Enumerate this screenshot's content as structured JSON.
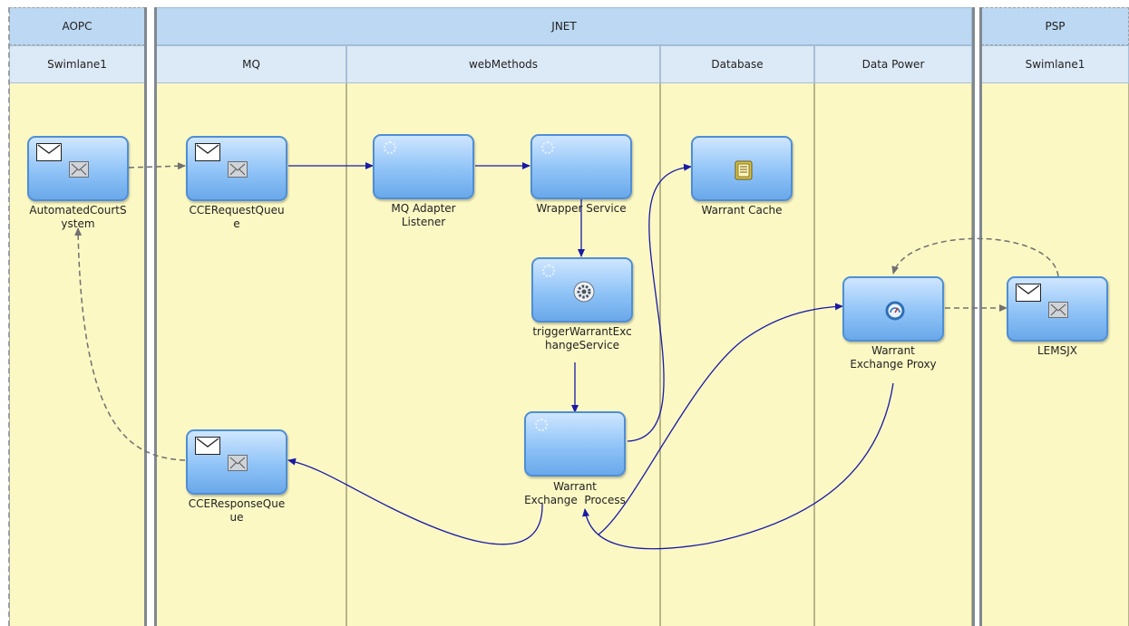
{
  "pools": {
    "aopc": {
      "title": "AOPC",
      "lanes": [
        "Swimlane1"
      ]
    },
    "jnet": {
      "title": "JNET",
      "lanes": [
        "MQ",
        "webMethods",
        "Database",
        "Data Power"
      ]
    },
    "psp": {
      "title": "PSP",
      "lanes": [
        "Swimlane1"
      ]
    }
  },
  "nodes": {
    "automated_court_system": {
      "label_line1": "AutomatedCourtS",
      "label_line2": "ystem",
      "type": "message-envelope-icon"
    },
    "cce_request_queue": {
      "label_line1": "CCERequestQueu",
      "label_line2": "e",
      "type": "message-envelope-icon"
    },
    "mq_adapter_listener": {
      "label_line1": "MQ Adapter",
      "label_line2": "Listener",
      "type": "service-task-icon"
    },
    "wrapper_service": {
      "label_line1": "Wrapper Service",
      "label_line2": "",
      "type": "service-task-icon"
    },
    "trigger_warrant_exchange_service": {
      "label_line1": "triggerWarrantExc",
      "label_line2": "hangeService",
      "type": "service-gear-icon"
    },
    "warrant_exchange_process": {
      "label_line1": "Warrant",
      "label_line2": "Exchange  Process",
      "type": "service-task-icon"
    },
    "warrant_cache": {
      "label_line1": "Warrant Cache",
      "label_line2": "",
      "type": "database-icon"
    },
    "warrant_exchange_proxy": {
      "label_line1": "Warrant",
      "label_line2": "Exchange Proxy",
      "type": "proxy-icon"
    },
    "cce_response_queue": {
      "label_line1": "CCEResponseQue",
      "label_line2": "ue",
      "type": "message-envelope-icon"
    },
    "lemsjx": {
      "label_line1": "LEMSJX",
      "label_line2": "",
      "type": "message-envelope-icon"
    }
  },
  "colors": {
    "sequence_flow": "#1a1aa6",
    "message_flow": "#707070",
    "lane_fill": "#fbf8c4",
    "pool_header": "#bcd8f2",
    "lane_header": "#dce9f6"
  }
}
